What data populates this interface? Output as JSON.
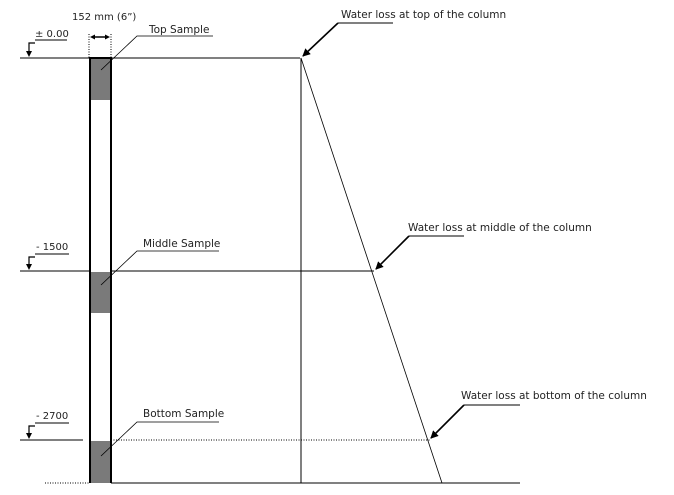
{
  "diagram": {
    "column_width_label": "152 mm (6”)",
    "levels": [
      {
        "id": "top",
        "label": "± 0.00",
        "depth_mm": 0
      },
      {
        "id": "middle",
        "label": "- 1500",
        "depth_mm": 1500
      },
      {
        "id": "bottom",
        "label": "- 2700",
        "depth_mm": 2700
      }
    ],
    "samples": [
      {
        "id": "top",
        "label": "Top Sample"
      },
      {
        "id": "middle",
        "label": "Middle Sample"
      },
      {
        "id": "bottom",
        "label": "Bottom Sample"
      }
    ],
    "callouts": [
      {
        "id": "top",
        "label": "Water loss at top of the column"
      },
      {
        "id": "middle",
        "label": "Water loss at middle of the column"
      },
      {
        "id": "bottom",
        "label": "Water loss at bottom of the column"
      }
    ],
    "colors": {
      "line": "#000000",
      "sample_fill": "#7a7a7a"
    }
  }
}
